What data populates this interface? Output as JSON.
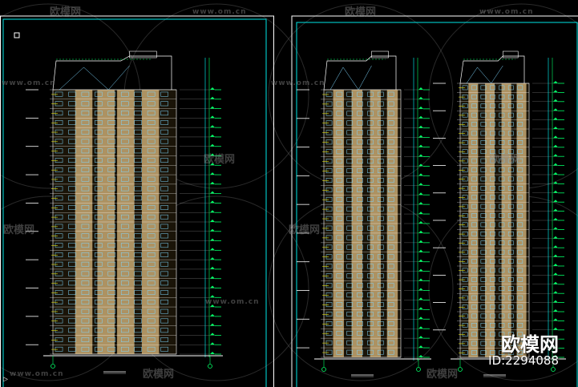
{
  "watermark": {
    "brand": "欧模网",
    "url": "www.om.cn"
  },
  "brand_stamp": {
    "name": "欧模网",
    "id_text": "ID:2294088"
  },
  "colors": {
    "background": "#000000",
    "frame": "#00e6e6",
    "facade_fill": "#c8a872",
    "window": "#7fd7ff",
    "dim_line": "#00ff66",
    "level_line": "#ffffff",
    "grid_line": "#00ffff",
    "accent_yellow": "#ffff00"
  },
  "drawings": [
    {
      "id": "elevation-left",
      "title": "",
      "floors": 28
    },
    {
      "id": "elevation-middle",
      "title": "",
      "floors": 28
    },
    {
      "id": "elevation-right",
      "title": "",
      "floors": 30
    }
  ]
}
